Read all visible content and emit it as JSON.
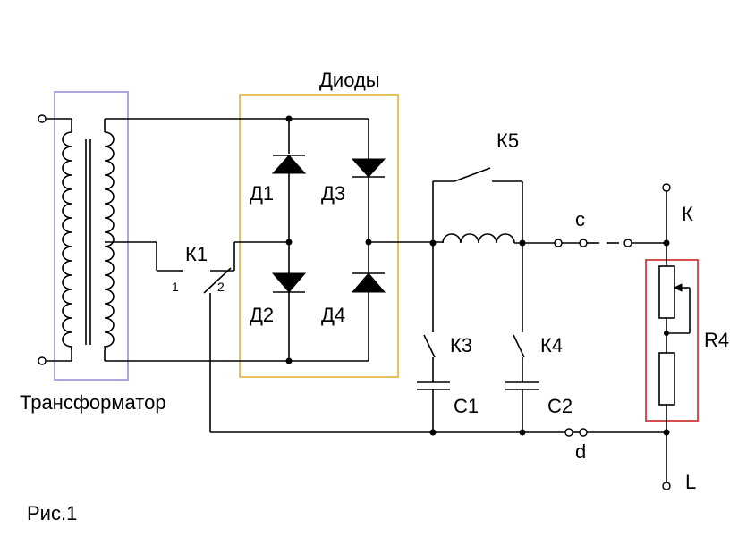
{
  "labels": {
    "diodes_box": "Диоды",
    "transformer": "Трансформатор",
    "figure": "Рис.1",
    "k1": "К1",
    "k1_pos1": "1",
    "k1_pos2": "2",
    "d1": "Д1",
    "d2": "Д2",
    "d3": "Д3",
    "d4": "Д4",
    "k5": "К5",
    "k3": "К3",
    "k4": "К4",
    "c1": "С1",
    "c2": "С2",
    "c": "с",
    "d": "d",
    "k": "К",
    "l": "L",
    "r4": "R4"
  },
  "colors": {
    "transformer_box": "#9b8fd6",
    "diodes_box": "#e8b84b",
    "resistor_box": "#d23a3a",
    "line": "#000000"
  }
}
